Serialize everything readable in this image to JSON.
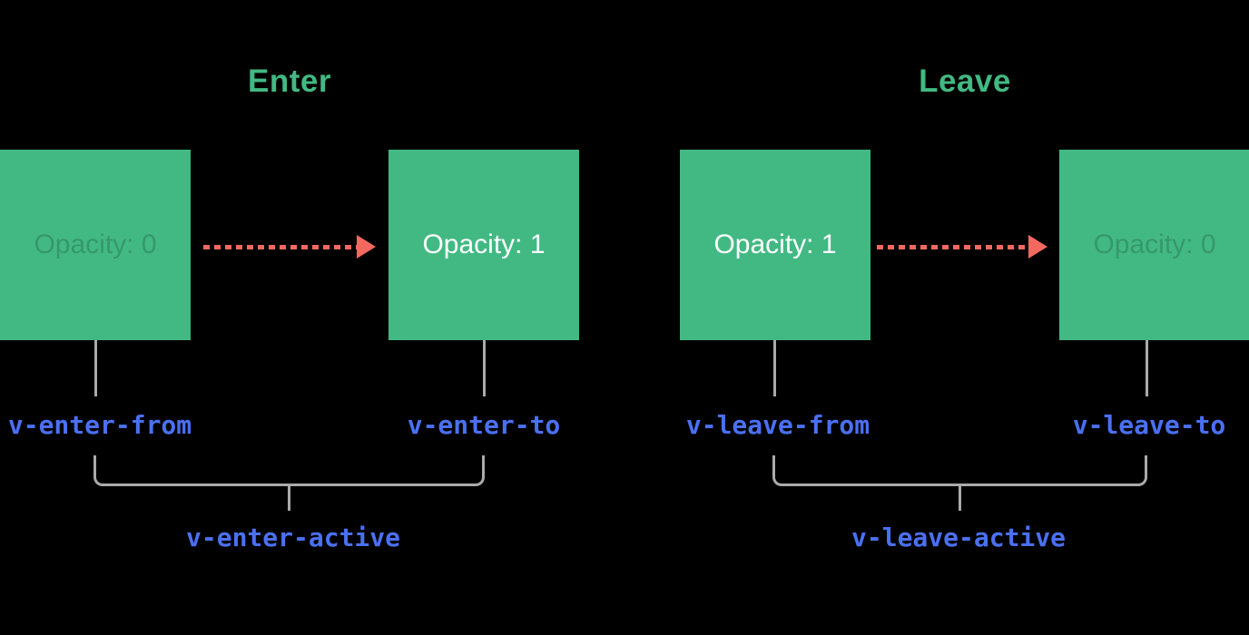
{
  "colors": {
    "green": "#42b983",
    "red": "#f4695f",
    "gray": "#aaaaaa",
    "blue": "#4a70f2",
    "white": "#ffffff",
    "bg": "#000000"
  },
  "enter": {
    "title": "Enter",
    "from_box_label": "Opacity: 0",
    "to_box_label": "Opacity: 1",
    "from_class": "v-enter-from",
    "to_class": "v-enter-to",
    "active_class": "v-enter-active"
  },
  "leave": {
    "title": "Leave",
    "from_box_label": "Opacity: 1",
    "to_box_label": "Opacity: 0",
    "from_class": "v-leave-from",
    "to_class": "v-leave-to",
    "active_class": "v-leave-active"
  }
}
